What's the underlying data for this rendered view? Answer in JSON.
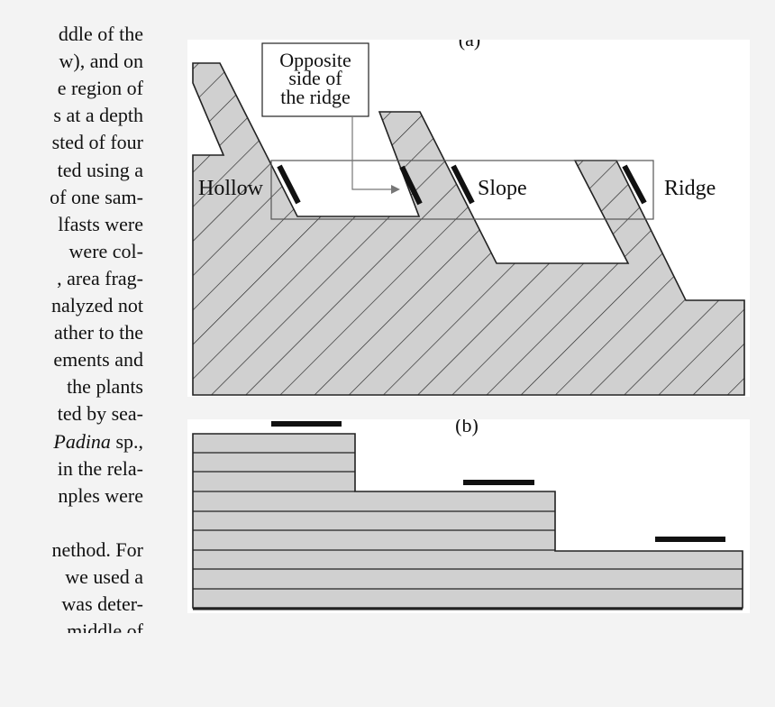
{
  "body_text": [
    {
      "text": "ddle of the"
    },
    {
      "text": "w), and on"
    },
    {
      "text": "e region of"
    },
    {
      "text": "s at a depth"
    },
    {
      "text": "sted of four"
    },
    {
      "text": "ted using a"
    },
    {
      "text": "of one sam-"
    },
    {
      "text": "lfasts were"
    },
    {
      "text": "were col-"
    },
    {
      "text": ", area frag-"
    },
    {
      "text": "nalyzed not"
    },
    {
      "text": "ather to the"
    },
    {
      "text": "ements and"
    },
    {
      "text": "the plants"
    },
    {
      "text": "ted by sea-"
    },
    {
      "text": "Padina",
      "text_tail": " sp.,",
      "italic": true
    },
    {
      "text": "in the rela-"
    },
    {
      "text": "nples were"
    },
    {
      "text": ""
    },
    {
      "text": "nethod. For"
    },
    {
      "text": "we used a"
    },
    {
      "text": "was deter-"
    },
    {
      "text": "middle of"
    }
  ],
  "figure": {
    "panel_a": {
      "label": "(a)",
      "callout": [
        "Opposite",
        "side of",
        "the ridge"
      ],
      "labels": {
        "hollow": "Hollow",
        "slope": "Slope",
        "ridge": "Ridge"
      }
    },
    "panel_b": {
      "label": "(b)"
    },
    "colors": {
      "fill": "#d0d0d0",
      "line": "#222222",
      "marker": "#111111",
      "box": "#555555"
    }
  }
}
